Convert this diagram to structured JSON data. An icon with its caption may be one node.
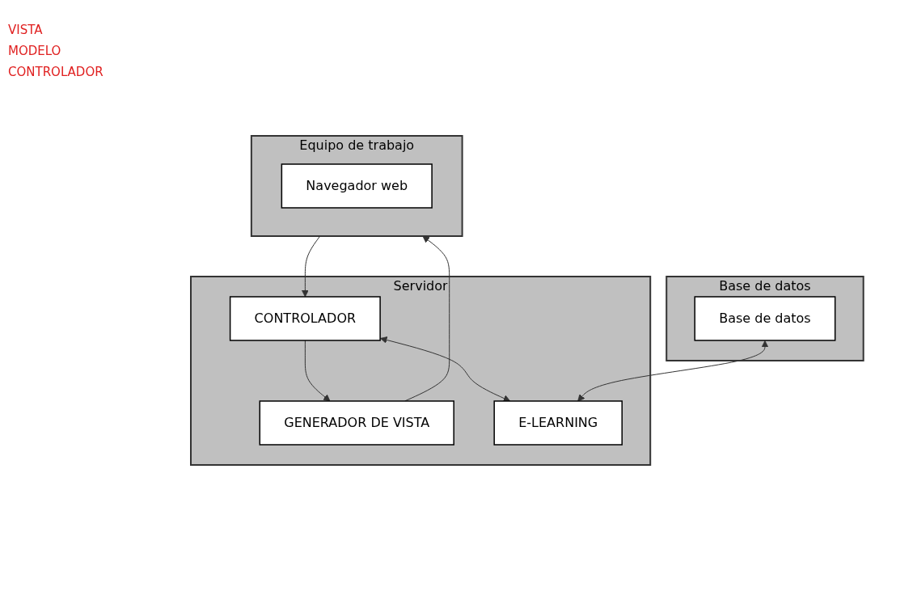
{
  "diagram": {
    "nodes": [
      {
        "text": [
          "Equipo de trabajo"
        ]
      },
      {
        "text": [
          "Navegador web"
        ],
        "in": 0
      },
      {
        "text": [
          "Servidor"
        ]
      },
      {
        "text": [
          "GENERADOR DE VISTA"
        ],
        "in": 2
      },
      {
        "text": [
          "CONTROLADOR"
        ],
        "in": 2
      },
      {
        "text": [
          "E-LEARNING"
        ],
        "in": 2
      },
      {
        "text": [
          "Base de datos"
        ]
      },
      {
        "text": [
          "Base de datos"
        ],
        "in": 6
      }
    ],
    "edges": [
      {
        "from": 3,
        "to": 0,
        "arrow": "to"
      },
      {
        "from": 0,
        "to": 4,
        "arrow": "to"
      },
      {
        "from": 4,
        "to": 3,
        "arrow": "to"
      },
      {
        "from": 4,
        "to": 5,
        "arrow": "both"
      },
      {
        "from": 7,
        "to": 5,
        "arrow": "both"
      }
    ],
    "labels": [
      "VISTA",
      "MODELO",
      "CONTROLADOR"
    ]
  }
}
